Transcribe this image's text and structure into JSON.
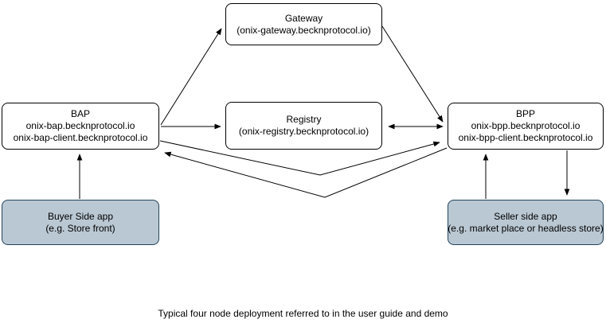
{
  "diagram": {
    "caption": "Typical four node deployment referred to in the user guide and demo",
    "nodes": {
      "gateway": {
        "title": "Gateway",
        "subtitle": "(onix-gateway.becknprotocol.io)"
      },
      "bap": {
        "title": "BAP",
        "domain": "onix-bap.becknprotocol.io",
        "client_domain": "onix-bap-client.becknprotocol.io"
      },
      "registry": {
        "title": "Registry",
        "subtitle": "(onix-registry.becknprotocol.io)"
      },
      "bpp": {
        "title": "BPP",
        "domain": "onix-bpp.becknprotocol.io",
        "client_domain": "onix-bpp-client.becknprotocol.io"
      },
      "buyer_app": {
        "title": "Buyer Side app",
        "subtitle": "(e.g. Store front)"
      },
      "seller_app": {
        "title": "Seller side app",
        "subtitle": "(e.g. market place or headless store)"
      }
    },
    "edges": [
      {
        "from": "bap",
        "to": "gateway",
        "arrow": "to"
      },
      {
        "from": "bap",
        "to": "registry",
        "arrow": "to"
      },
      {
        "from": "gateway",
        "to": "bpp",
        "arrow": "to"
      },
      {
        "from": "registry",
        "to": "bpp",
        "arrow": "both"
      },
      {
        "from": "bap",
        "to": "bpp",
        "arrow": "to"
      },
      {
        "from": "bpp",
        "to": "bap",
        "arrow": "to"
      },
      {
        "from": "buyer_app",
        "to": "bap",
        "arrow": "to"
      },
      {
        "from": "seller_app",
        "to": "bpp",
        "arrow": "to"
      },
      {
        "from": "bpp",
        "to": "seller_app",
        "arrow": "to"
      }
    ],
    "colors": {
      "background": "#ffffff",
      "node_fill": "#ffffff",
      "node_stroke": "#000000",
      "app_fill": "#bac8d3",
      "app_stroke": "#23445c",
      "arrow": "#000000"
    }
  }
}
